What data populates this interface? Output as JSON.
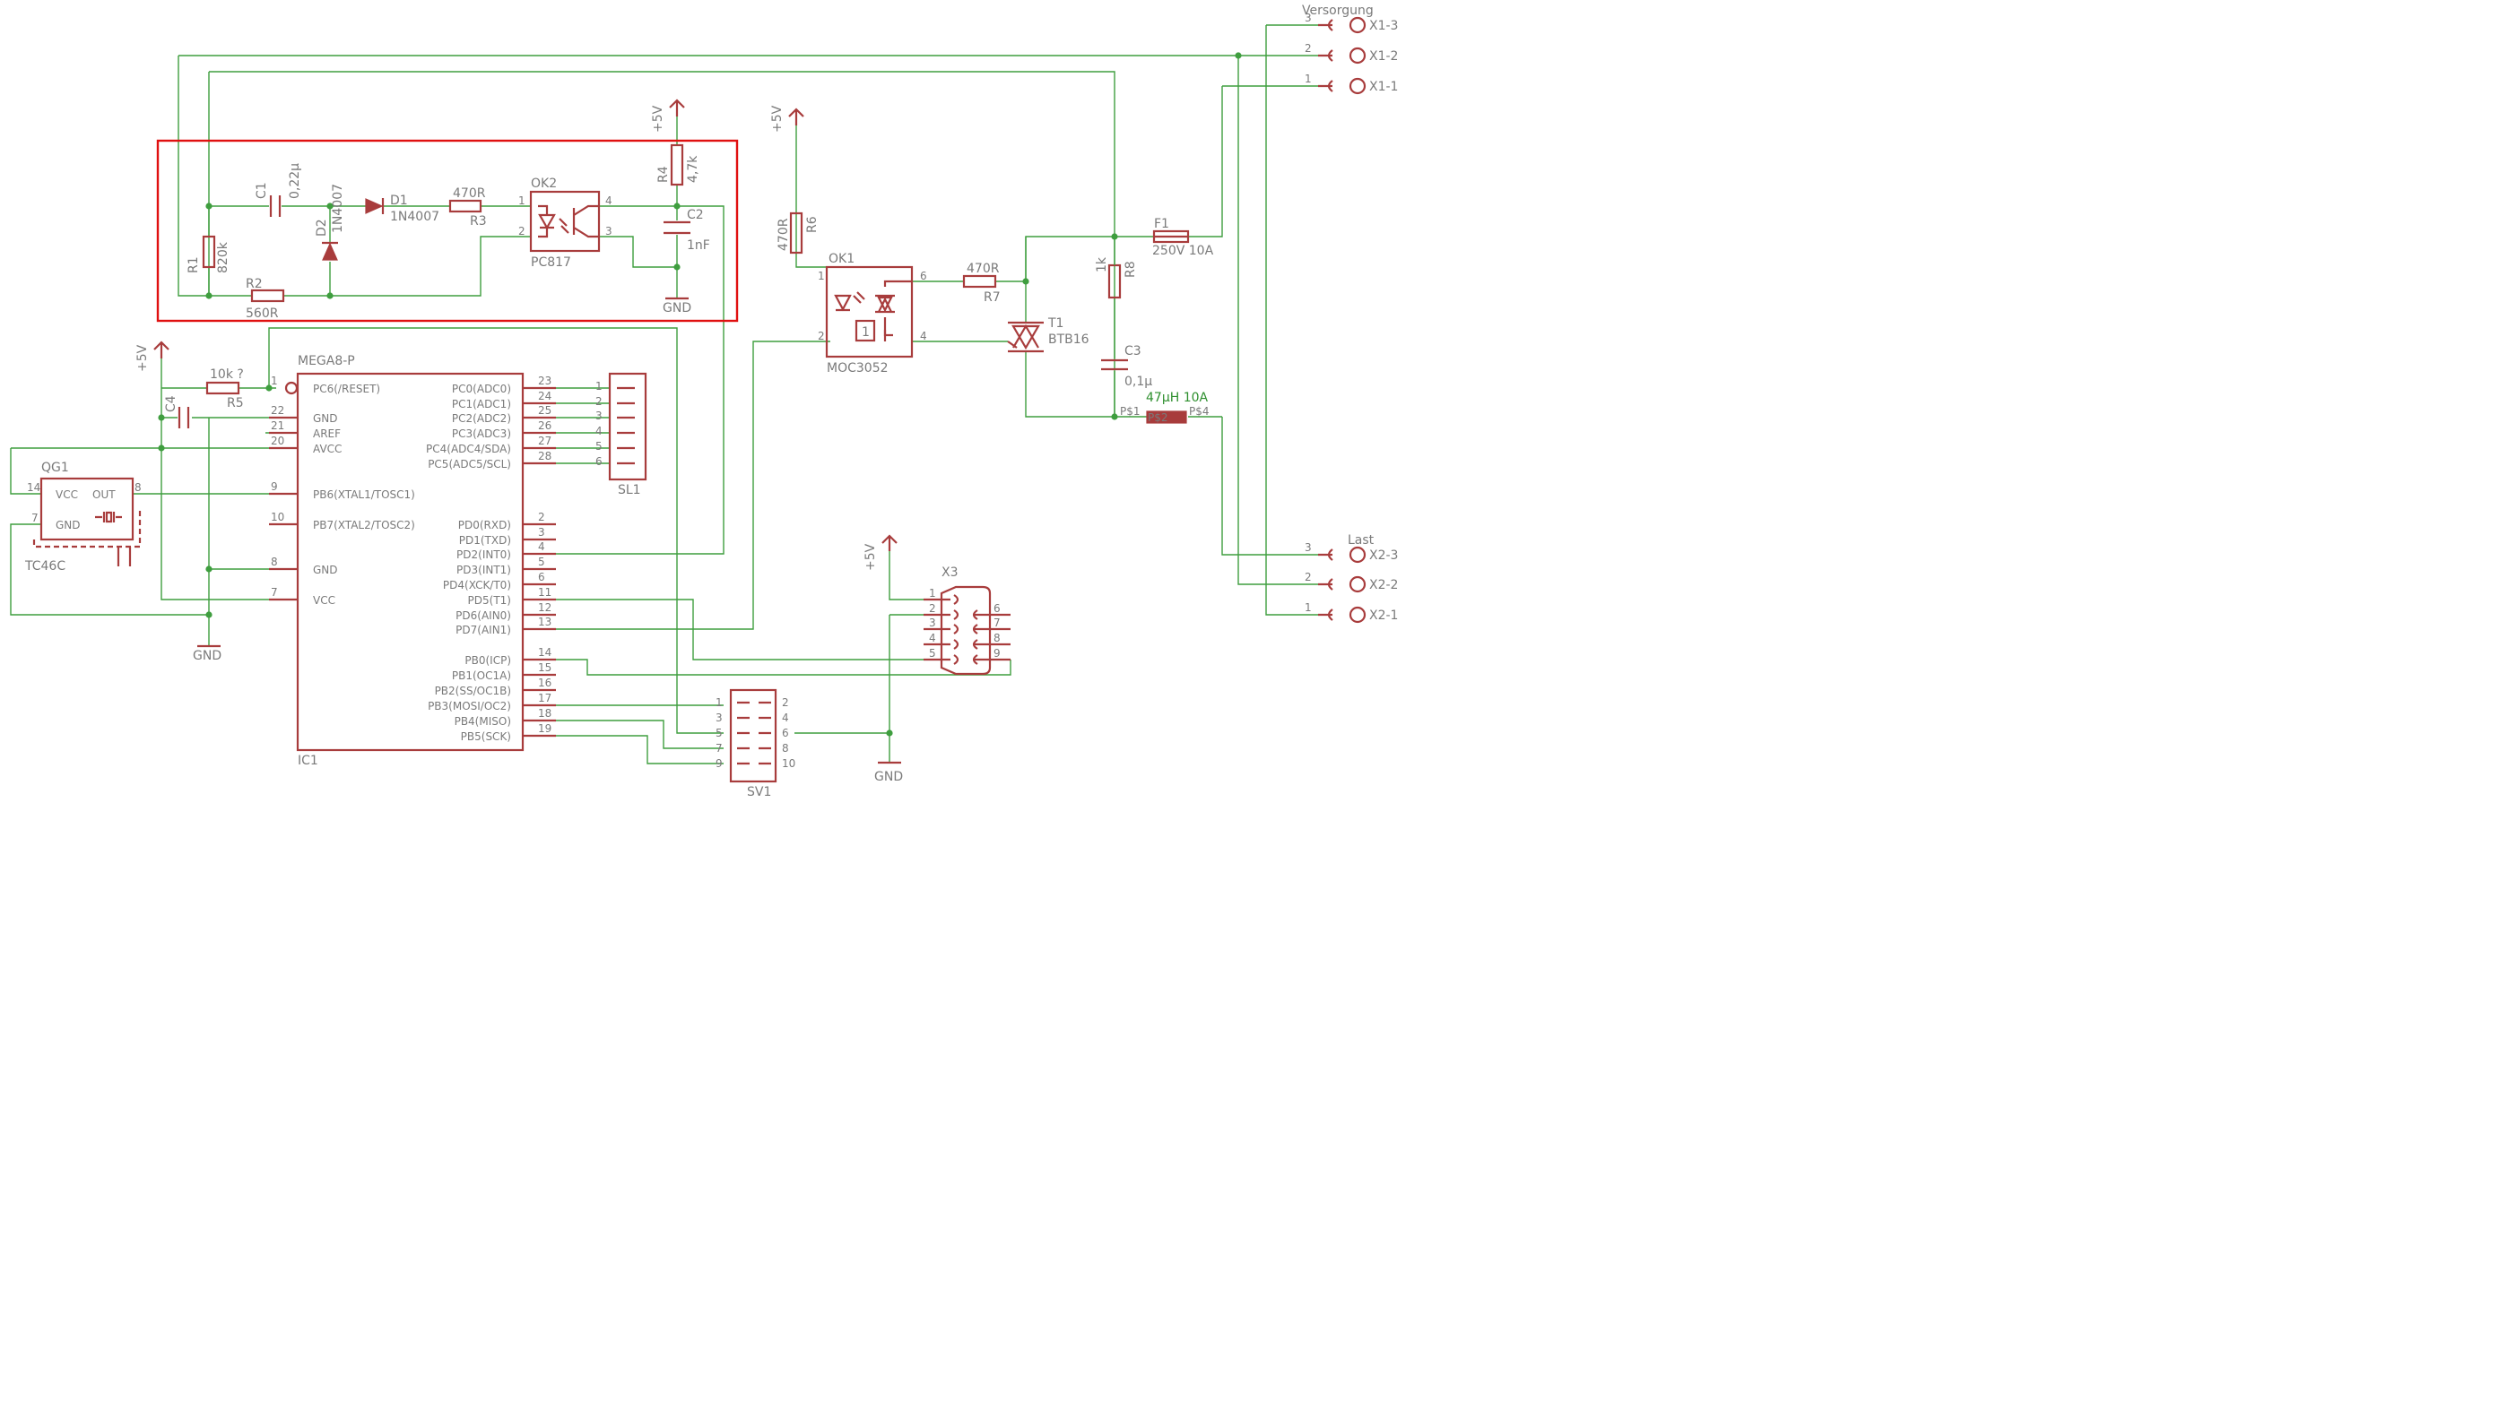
{
  "labels": {
    "versorgung": "Versorgung",
    "last": "Last",
    "x1_3": "X1-3",
    "x1_2": "X1-2",
    "x1_1": "X1-1",
    "x2_3": "X2-3",
    "x2_2": "X2-2",
    "x2_1": "X2-1",
    "p5v": "+5V",
    "gnd": "GND",
    "c1": "C1",
    "c1v": "0,22µ",
    "d1": "D1",
    "d1v": "1N4007",
    "d2": "D2",
    "d2v": "1N4007",
    "r3v": "470R",
    "r3": "R3",
    "ok2": "OK2",
    "pc817": "PC817",
    "r4": "R4",
    "r4v": "4,7k",
    "c2": "C2",
    "c2v": "1nF",
    "r1": "R1",
    "r1v": "820k",
    "r2": "R2",
    "r2v": "560R",
    "r6v": "470R",
    "r6": "R6",
    "ok1": "OK1",
    "moc": "MOC3052",
    "r7v": "470R",
    "r7": "R7",
    "t1": "T1",
    "t1v": "BTB16",
    "f1": "F1",
    "f1v": "250V 10A",
    "r8v": "1k",
    "r8": "R8",
    "c3": "C3",
    "c3v": "0,1µ",
    "l1v": "47µH 10A",
    "ps1": "P$1",
    "ps2": "P$2",
    "ps4": "P$4",
    "r5v": "10k ?",
    "r5": "R5",
    "c4": "C4",
    "mega": "MEGA8-P",
    "ic1": "IC1",
    "qg1": "QG1",
    "vcc": "VCC",
    "out": "OUT",
    "tc46c": "TC46C",
    "sl1": "SL1",
    "sv1": "SV1",
    "x3": "X3"
  },
  "mega_left_pins": [
    {
      "num": "1",
      "name": "PC6(/RESET)"
    },
    {
      "num": "22",
      "name": "GND"
    },
    {
      "num": "21",
      "name": "AREF"
    },
    {
      "num": "20",
      "name": "AVCC"
    },
    {
      "num": "9",
      "name": "PB6(XTAL1/TOSC1)"
    },
    {
      "num": "10",
      "name": "PB7(XTAL2/TOSC2)"
    },
    {
      "num": "8",
      "name": "GND"
    },
    {
      "num": "7",
      "name": "VCC"
    }
  ],
  "mega_right_pins": [
    {
      "num": "23",
      "name": "PC0(ADC0)"
    },
    {
      "num": "24",
      "name": "PC1(ADC1)"
    },
    {
      "num": "25",
      "name": "PC2(ADC2)"
    },
    {
      "num": "26",
      "name": "PC3(ADC3)"
    },
    {
      "num": "27",
      "name": "PC4(ADC4/SDA)"
    },
    {
      "num": "28",
      "name": "PC5(ADC5/SCL)"
    },
    {
      "num": "2",
      "name": "PD0(RXD)"
    },
    {
      "num": "3",
      "name": "PD1(TXD)"
    },
    {
      "num": "4",
      "name": "PD2(INT0)"
    },
    {
      "num": "5",
      "name": "PD3(INT1)"
    },
    {
      "num": "6",
      "name": "PD4(XCK/T0)"
    },
    {
      "num": "11",
      "name": "PD5(T1)"
    },
    {
      "num": "12",
      "name": "PD6(AIN0)"
    },
    {
      "num": "13",
      "name": "PD7(AIN1)"
    },
    {
      "num": "14",
      "name": "PB0(ICP)"
    },
    {
      "num": "15",
      "name": "PB1(OC1A)"
    },
    {
      "num": "16",
      "name": "PB2(SS/OC1B)"
    },
    {
      "num": "17",
      "name": "PB3(MOSI/OC2)"
    },
    {
      "num": "18",
      "name": "PB4(MISO)"
    },
    {
      "num": "19",
      "name": "PB5(SCK)"
    }
  ],
  "pin_numbers": {
    "one": "1",
    "two": "2",
    "three": "3",
    "four": "4",
    "five": "5",
    "six": "6",
    "seven": "7",
    "eight": "8",
    "nine": "9",
    "ten": "10",
    "fourteen": "14"
  }
}
